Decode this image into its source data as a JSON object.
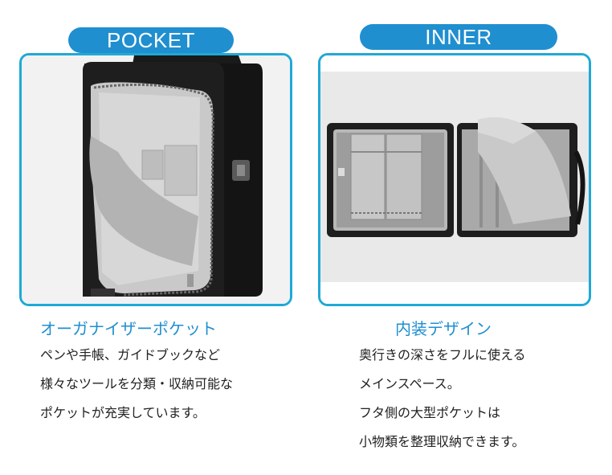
{
  "pocket": {
    "label": "POCKET",
    "heading": "オーガナイザーポケット",
    "lines": [
      "ペンや手帳、ガイドブックなど",
      "様々なツールを分類・収納可能な",
      "ポケットが充実しています。"
    ]
  },
  "inner": {
    "label": "INNER",
    "heading": "内装デザイン",
    "lines": [
      "奥行きの深さをフルに使える",
      "メインスペース。",
      "フタ側の大型ポケットは",
      "小物類を整理収納できます。"
    ]
  },
  "colors": {
    "accent": "#1f8fd0",
    "frame": "#1fa9d6",
    "text": "#222222"
  }
}
